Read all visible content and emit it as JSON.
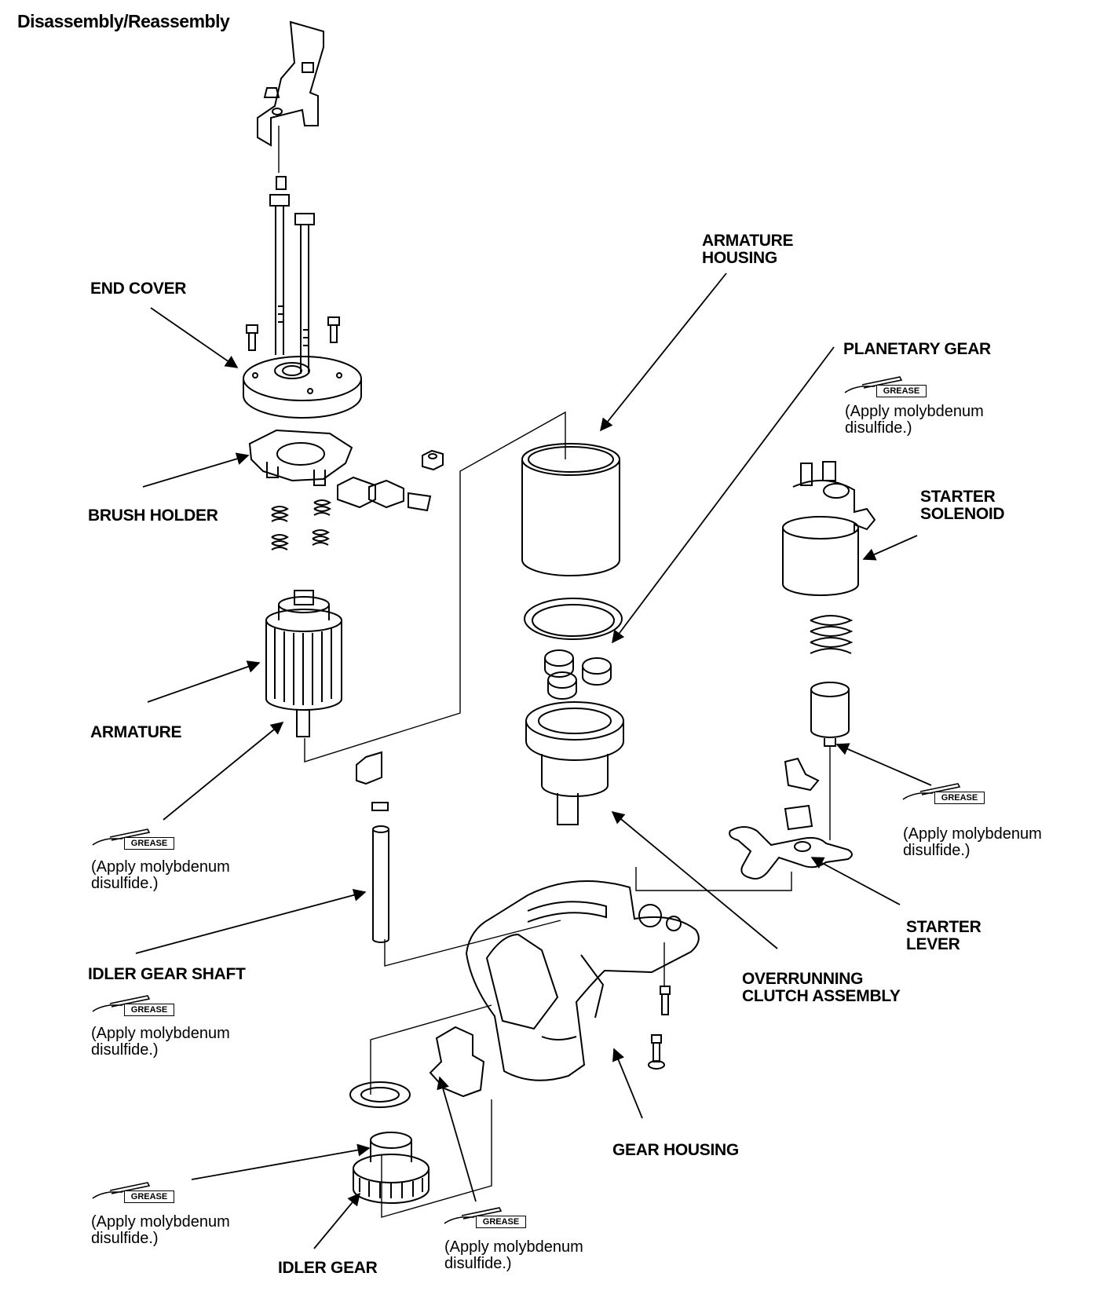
{
  "title": "Disassembly/Reassembly",
  "labels": {
    "end_cover": "END COVER",
    "brush_holder": "BRUSH HOLDER",
    "armature": "ARMATURE",
    "armature_housing": "ARMATURE\nHOUSING",
    "planetary_gear": "PLANETARY GEAR",
    "starter_solenoid": "STARTER\nSOLENOID",
    "starter_lever": "STARTER\nLEVER",
    "overrunning_clutch": "OVERRUNNING\nCLUTCH ASSEMBLY",
    "idler_gear_shaft": "IDLER GEAR SHAFT",
    "gear_housing": "GEAR HOUSING",
    "idler_gear": "IDLER GEAR"
  },
  "grease": {
    "label": "GREASE",
    "note": "(Apply molybdenum\ndisulfide.)"
  }
}
